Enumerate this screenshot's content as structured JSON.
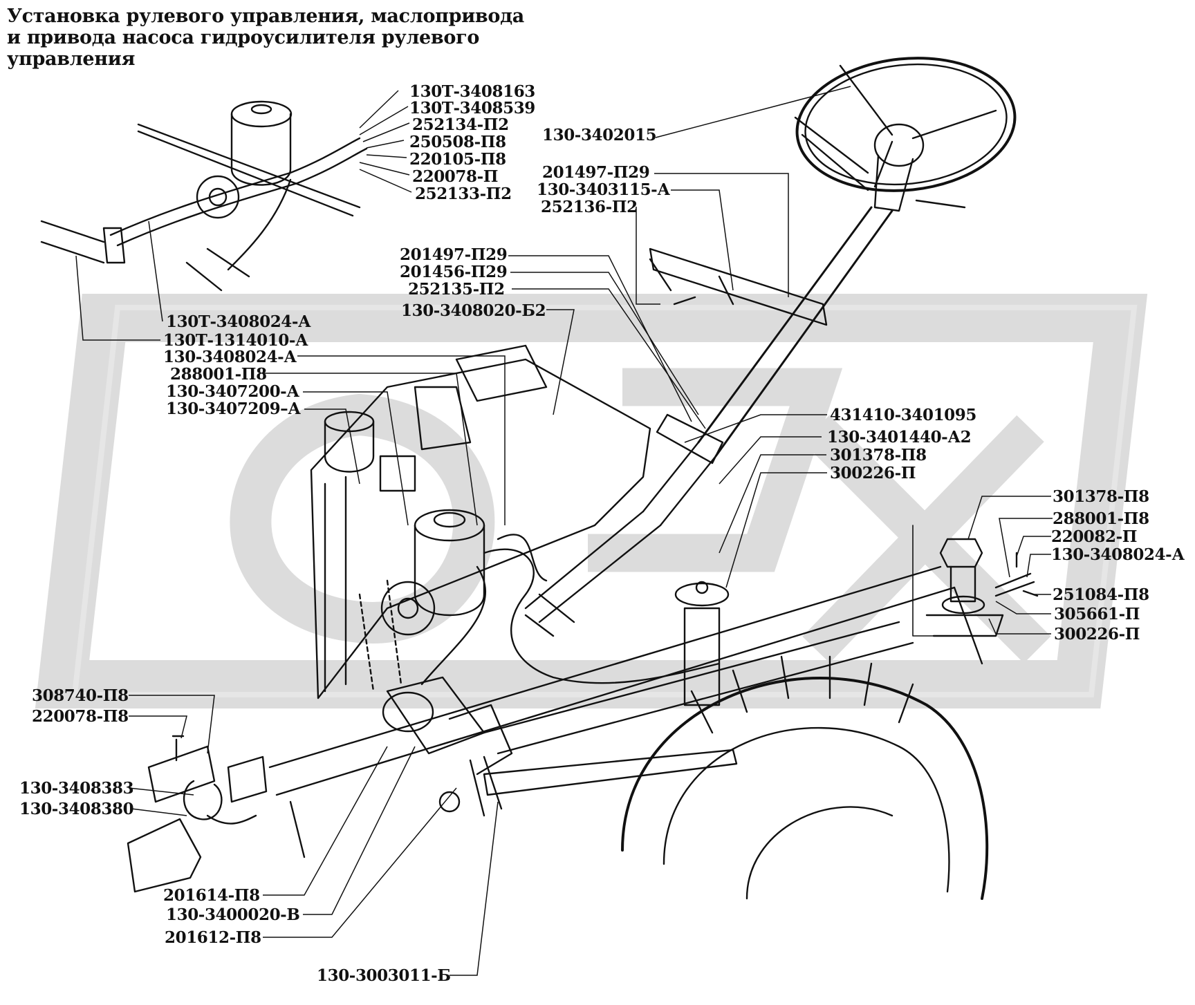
{
  "title": {
    "lines": [
      "Установка рулевого управления, маслопривода",
      "и привода насоса гидроусилителя рулевого",
      "управления"
    ]
  },
  "colors": {
    "ink": "#111111",
    "watermark": "#d9d9d9",
    "paper": "#ffffff"
  },
  "callouts": [
    "130Т-3408163",
    "130Т-3408539",
    "252134-П2",
    "250508-П8",
    "220105-П8",
    "220078-П",
    "252133-П2",
    "130-3402015",
    "201497-П29",
    "130-3403115-А",
    "252136-П2",
    "201497-П29",
    "201456-П29",
    "252135-П2",
    "130-3408020-Б2",
    "130Т-3408024-А",
    "130Т-1314010-А",
    "130-3408024-А",
    "288001-П8",
    "130-3407200-А",
    "130-3407209–А",
    "431410-3401095",
    "130-3401440-А2",
    "301378-П8",
    "300226-П",
    "301378-П8",
    "288001-П8",
    "220082-П",
    "130-3408024-А",
    "251084-П8",
    "305661-П",
    "300226-П",
    "308740-П8",
    "220078-П8",
    "130-3408383",
    "130-3408380",
    "201614-П8",
    "130-3400020-В",
    "201612-П8",
    "130-3003011-Б"
  ]
}
